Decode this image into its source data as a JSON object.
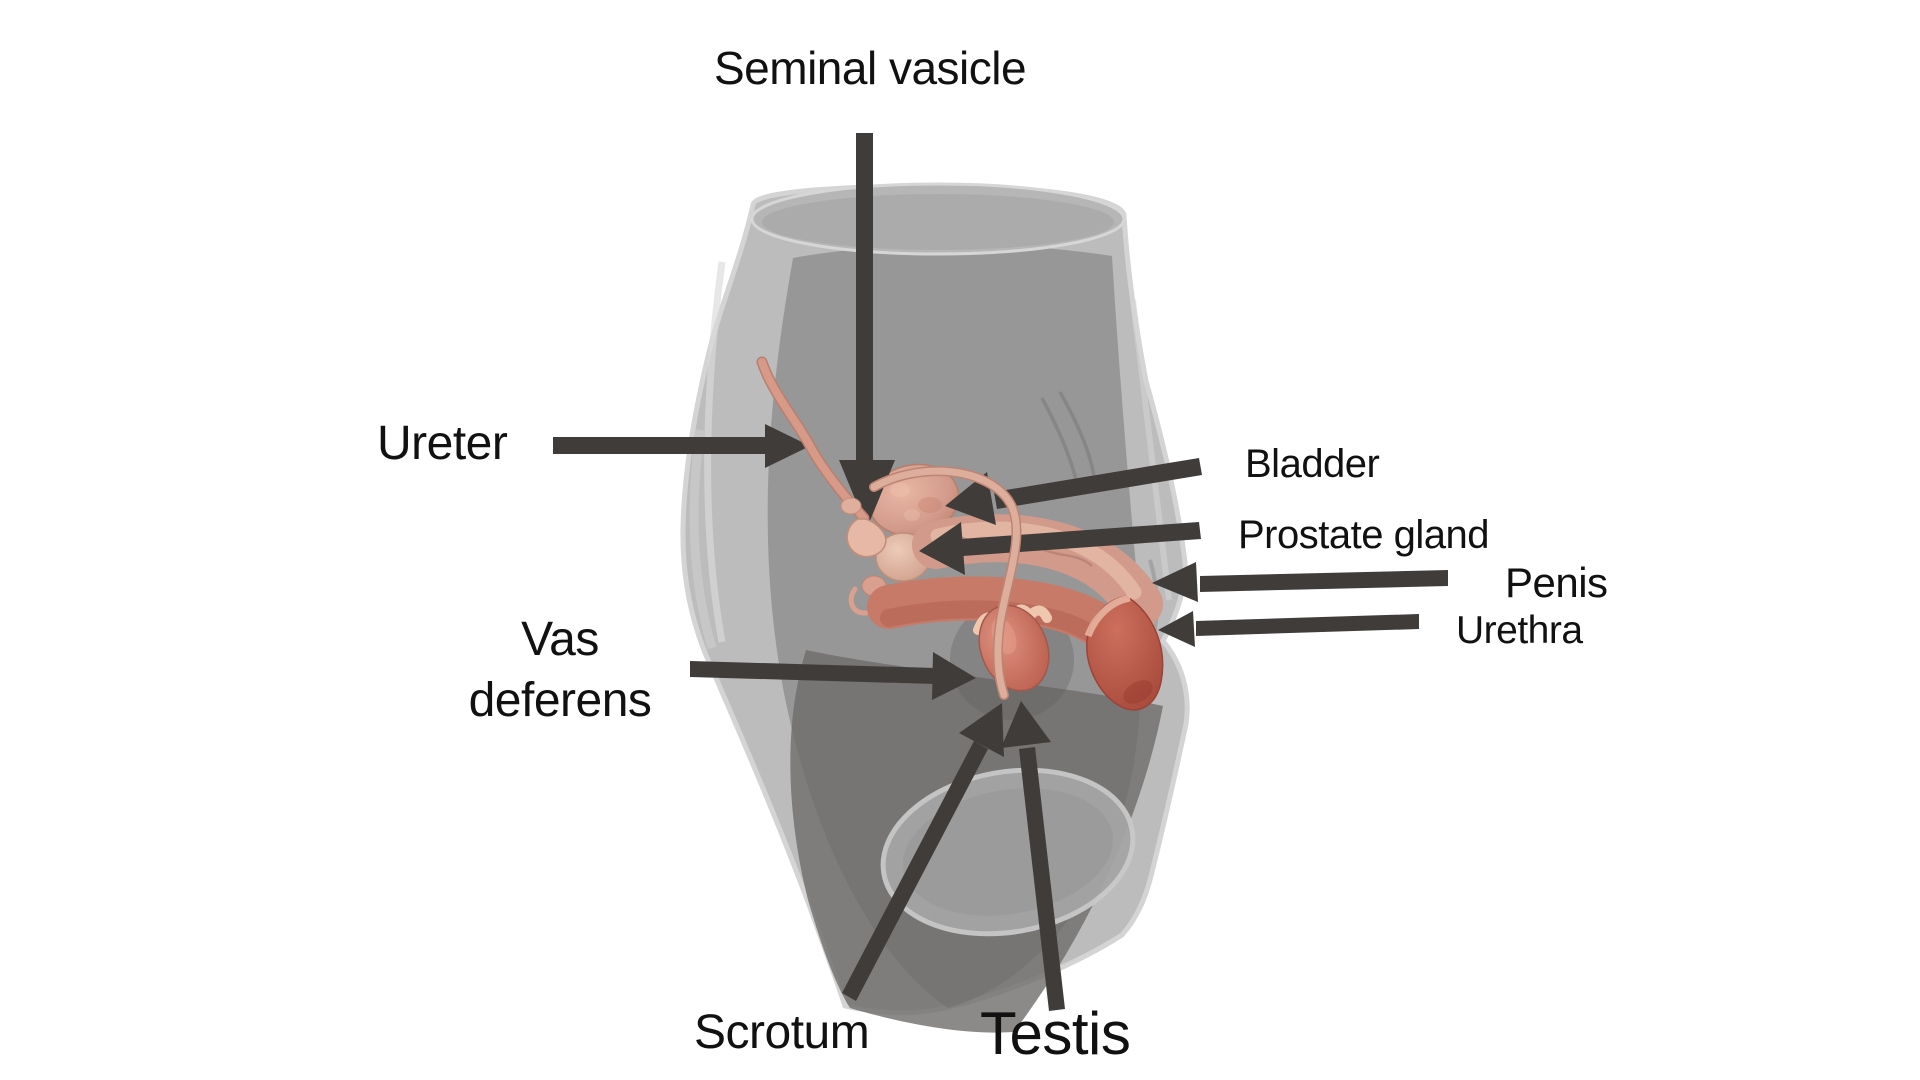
{
  "figure": {
    "description": "3D anatomical illustration of the male reproductive system shown inside a translucent gray pelvis, lateral view, with dark labeled arrows"
  },
  "colors": {
    "background": "#ffffff",
    "arrow": "#403c39",
    "label_text": "#111111",
    "body_outer": "#b9b9b9",
    "body_inner": "#8d8d8d",
    "organ_pink": "#d29a8a",
    "penis_red": "#c87a69",
    "glans_red": "#bc5848",
    "testis_red": "#c96c5b"
  },
  "labels": {
    "seminal_vesicle": "Seminal vasicle",
    "ureter": "Ureter",
    "bladder": "Bladder",
    "prostate_gland": "Prostate gland",
    "penis": "Penis",
    "urethra": "Urethra",
    "vas_deferens": "Vas deferens",
    "scrotum": "Scrotum",
    "testis": "Testis"
  }
}
